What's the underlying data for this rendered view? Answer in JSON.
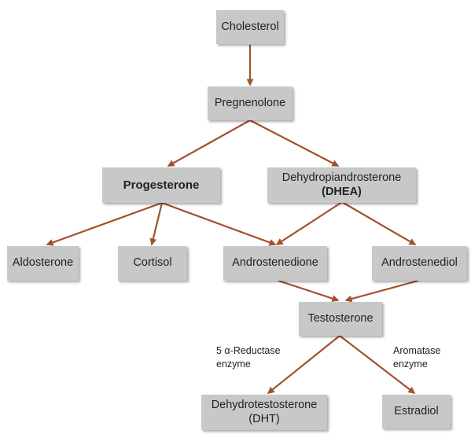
{
  "nodes": {
    "cholesterol": "Cholesterol",
    "pregnenolone": "Pregnenolone",
    "progesterone": "Progesterone",
    "dhea_line1": "Dehydropiandrosterone",
    "dhea_line2": "(DHEA)",
    "aldosterone": "Aldosterone",
    "cortisol": "Cortisol",
    "androstenedione": "Androstenedione",
    "androstenediol": "Androstenediol",
    "testosterone": "Testosterone",
    "dht_line1": "Dehydrotestosterone",
    "dht_line2": "(DHT)",
    "estradiol": "Estradiol"
  },
  "enzymes": {
    "reductase_line1": "5 α-Reductase",
    "reductase_line2": "enzyme",
    "aromatase_line1": "Aromatase",
    "aromatase_line2": "enzyme"
  },
  "colors": {
    "arrow": "#a0522d",
    "box": "#c8c8c8"
  }
}
